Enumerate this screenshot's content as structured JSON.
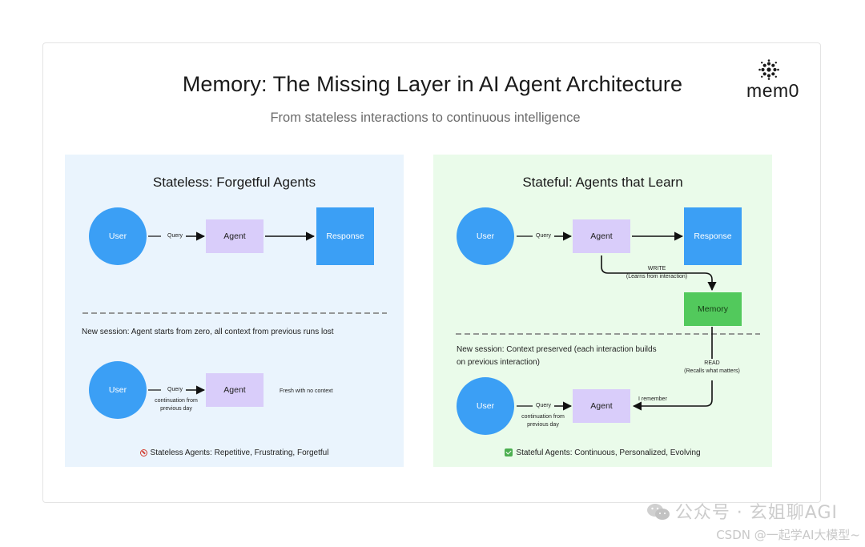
{
  "title": "Memory: The Missing Layer in AI Agent Architecture",
  "subtitle": "From stateless interactions to continuous intelligence",
  "logo": {
    "text": "mem0",
    "icon": "mem0-dots-icon"
  },
  "colors": {
    "user_blue": "#3b9ff5",
    "agent_purple": "#d9cdfa",
    "memory_green": "#52c95c",
    "stateless_bg": "#eaf4fd",
    "stateful_bg": "#eafbea"
  },
  "stateless": {
    "title": "Stateless: Forgetful Agents",
    "top_flow": {
      "user": "User",
      "query": "Query",
      "agent": "Agent",
      "response": "Response"
    },
    "divider_note": "New session: Agent starts from zero, all context from previous runs lost",
    "bottom_flow": {
      "user": "User",
      "query": "Query",
      "continuation_line1": "continuation from",
      "continuation_line2": "previous day",
      "agent": "Agent",
      "note": "Fresh with no context"
    },
    "footer": "Stateless Agents: Repetitive, Frustrating, Forgetful",
    "footer_icon": "prohibited-icon"
  },
  "stateful": {
    "title": "Stateful: Agents that Learn",
    "top_flow": {
      "user": "User",
      "query": "Query",
      "agent": "Agent",
      "response": "Response"
    },
    "write_label": "WRITE",
    "write_sub": "(Learns from interaction)",
    "memory": "Memory",
    "read_label": "READ",
    "read_sub": "(Recalls what matters)",
    "divider_note_line1": "New session: Context preserved (each interaction builds",
    "divider_note_line2": "on previous interaction)",
    "bottom_flow": {
      "user": "User",
      "query": "Query",
      "continuation_line1": "continuation from",
      "continuation_line2": "previous day",
      "agent": "Agent",
      "remember": "I remember"
    },
    "footer": "Stateful Agents: Continuous, Personalized, Evolving",
    "footer_icon": "check-mark-icon"
  },
  "watermark": {
    "text": "公众号 · 玄姐聊AGI",
    "icon": "wechat-icon"
  },
  "credit": "CSDN @一起学AI大模型~"
}
